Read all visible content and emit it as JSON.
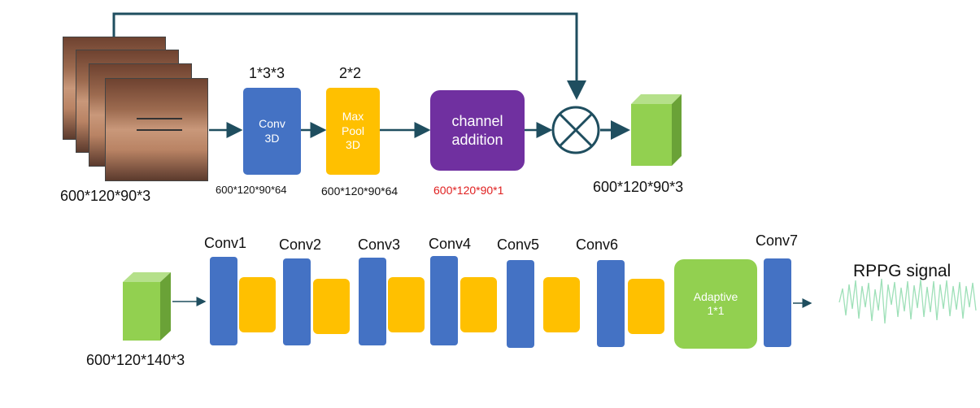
{
  "top_row": {
    "input_dim": "600*120*90*3",
    "conv_kernel": "1*3*3",
    "conv_label": "Conv 3D",
    "conv_dim": "600*120*90*64",
    "pool_kernel": "2*2",
    "pool_label": "Max Pool 3D",
    "pool_dim": "600*120*90*64",
    "channel_label": "channel addition",
    "channel_dim": "600*120*90*1",
    "output_dim": "600*120*90*3"
  },
  "bottom_row": {
    "input_dim": "600*120*140*3",
    "conv_labels": [
      "Conv1",
      "Conv2",
      "Conv3",
      "Conv4",
      "Conv5",
      "Conv6",
      "Conv7"
    ],
    "adaptive_label": "Adaptive 1*1",
    "signal_label": "RPPG signal"
  },
  "colors": {
    "conv": "#4472c4",
    "pool": "#ffc000",
    "channel": "#7030a0",
    "adaptive": "#92d050",
    "arrow": "#1f4e5f",
    "highlight_text": "#e02020"
  }
}
